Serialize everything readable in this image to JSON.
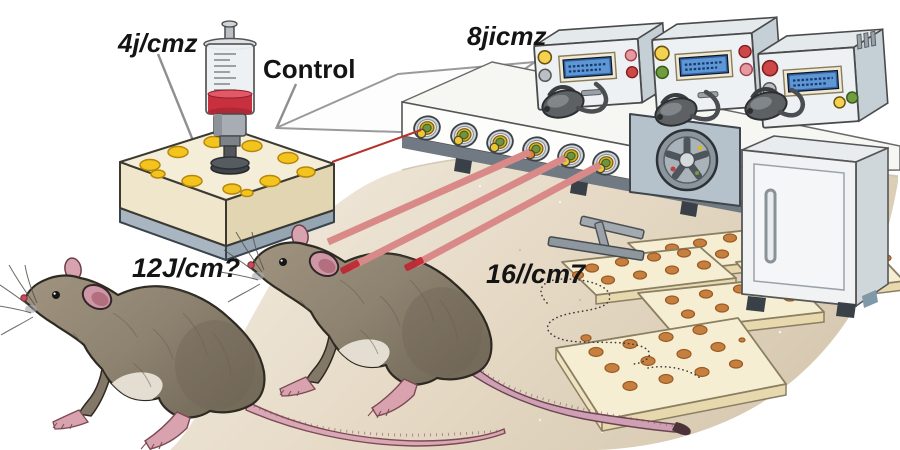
{
  "labels": {
    "dose_4": "4j/cmz",
    "control": "Control",
    "dose_8": "8jicmz",
    "dose_12": "12J/cm?",
    "dose_16": "16//cm7"
  },
  "colors": {
    "laser_beam": "#d98a88",
    "laser_spot": "#bf2430",
    "floor": "#ddd0ba",
    "block_top": "#f4eed9",
    "well_spot": "#f3c41d",
    "board_top": "#f6eed3",
    "board_spot": "#c5803f",
    "rat_fur": "#8f8474",
    "rat_pink": "#d8a3ae",
    "machine_body": "#eef1f3",
    "machine_accent": "#b5c2cb",
    "lcd_screen": "#2f63a8",
    "syringe_liquid": "#c9303f"
  },
  "objects": [
    "syringe with red liquid",
    "well plate block with yellow wells",
    "three laser therapy consoles with blue LCD displays",
    "optical bench with six fiber output ports",
    "red laser beams",
    "two rats",
    "five perforated boards on floor",
    "equipment cabinet",
    "cooling fan unit",
    "dotted walking trail",
    "metal T-tool"
  ]
}
